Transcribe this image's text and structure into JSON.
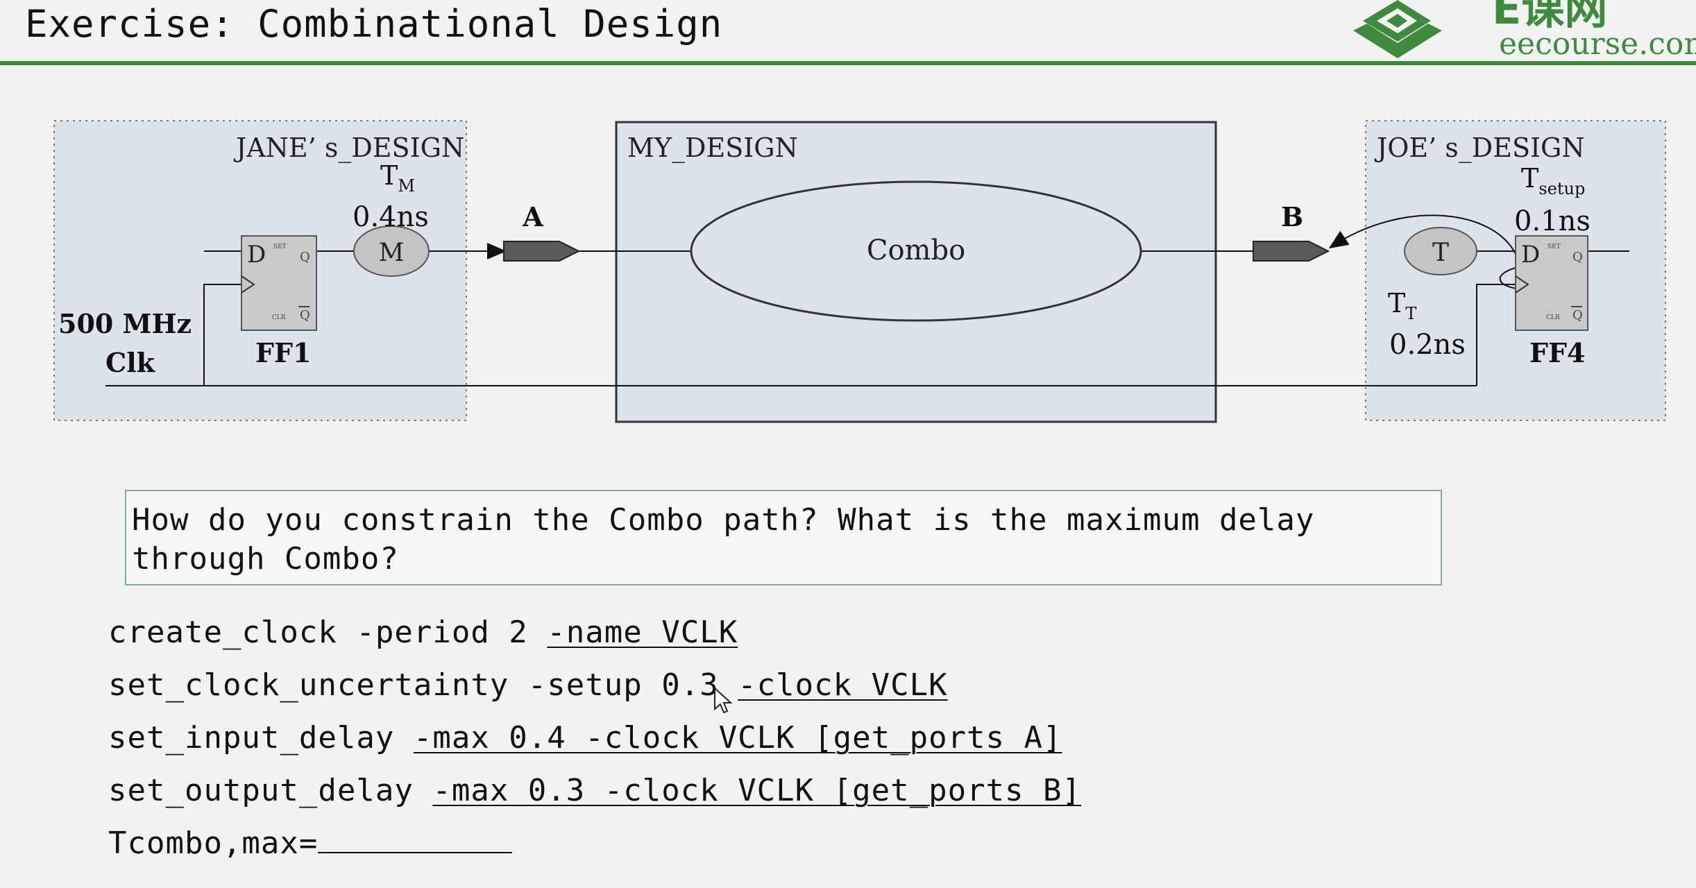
{
  "title": "Exercise: Combinational Design",
  "logo": {
    "brand_glyphs": "E课网",
    "url_text": "eecourse.com",
    "color": "#3f8a3f"
  },
  "diagram": {
    "jane_block_label": "JANE’ s_DESIGN",
    "my_block_label": "MY_DESIGN",
    "joe_block_label": "JOE’ s_DESIGN",
    "tm_main": "T",
    "tm_sub": "M",
    "tm_value": "0.4ns",
    "m_node": "M",
    "ff1_label": "FF1",
    "ff4_label": "FF4",
    "ff_d": "D",
    "ff_q": "Q",
    "ff_set": "SET",
    "ff_clr": "CLR",
    "clock_freq": "500 MHz",
    "clock_name": "Clk",
    "port_a": "A",
    "port_b": "B",
    "combo_label": "Combo",
    "t_node": "T",
    "tt_main": "T",
    "tt_sub": "T",
    "tt_value": "0.2ns",
    "tsetup_main": "T",
    "tsetup_sub": "setup",
    "tsetup_value": "0.1ns"
  },
  "question": "How do you constrain the Combo path? What is the maximum delay through Combo?",
  "code": {
    "line1_plain": "create_clock -period 2 ",
    "line1_u": "-name VCLK",
    "line2_plain": "set_clock_uncertainty -setup 0.3 ",
    "line2_u": "-clock VCLK",
    "line3_plain": "set_input_delay ",
    "line3_u": "-max 0.4 -clock VCLK [get_ports A]",
    "line4_plain": "set_output_delay ",
    "line4_u": "-max 0.3 -clock VCLK [get_ports B]",
    "line5_plain": "Tcombo,max="
  }
}
